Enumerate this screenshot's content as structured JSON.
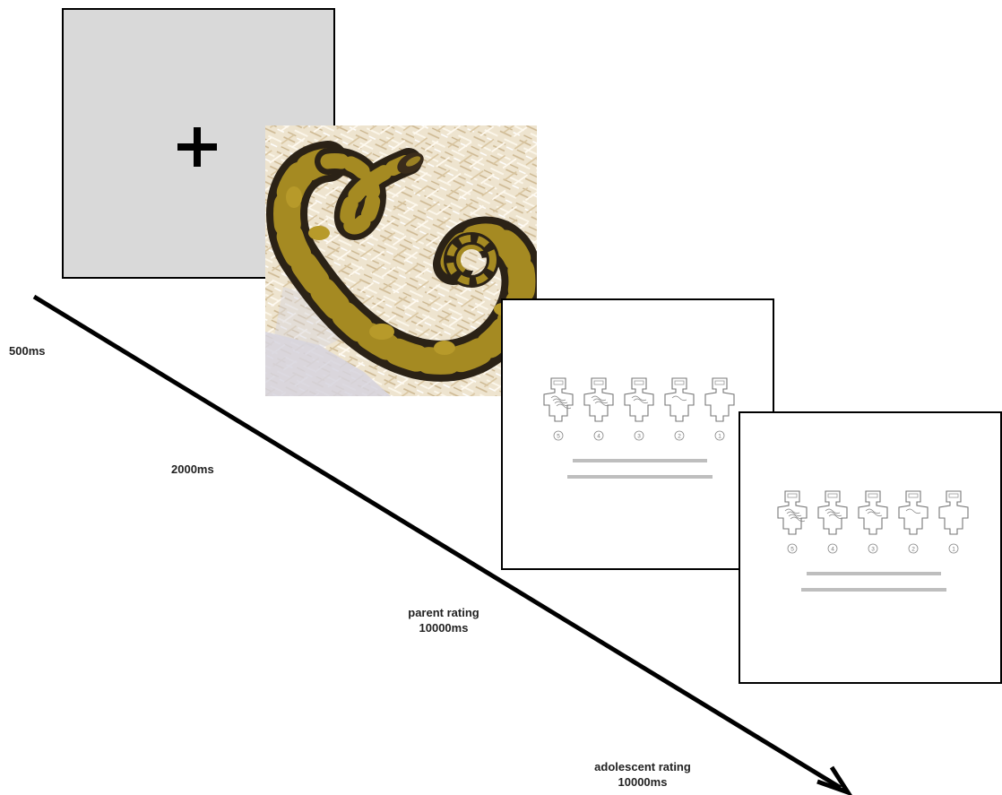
{
  "timeline": {
    "fixation_duration": "500ms",
    "picture_duration": "2000ms",
    "parent_rating_label": "parent rating",
    "parent_rating_duration": "10000ms",
    "adolescent_rating_label": "adolescent rating",
    "adolescent_rating_duration": "10000ms"
  },
  "rating_scale": {
    "sam_values": [
      "5",
      "4",
      "3",
      "2",
      "1"
    ]
  },
  "colors": {
    "fixation_background": "#d9d9d9",
    "snake_body": "#2b2216",
    "snake_pattern": "#a58a22",
    "bedding": "#e8dcc4"
  }
}
